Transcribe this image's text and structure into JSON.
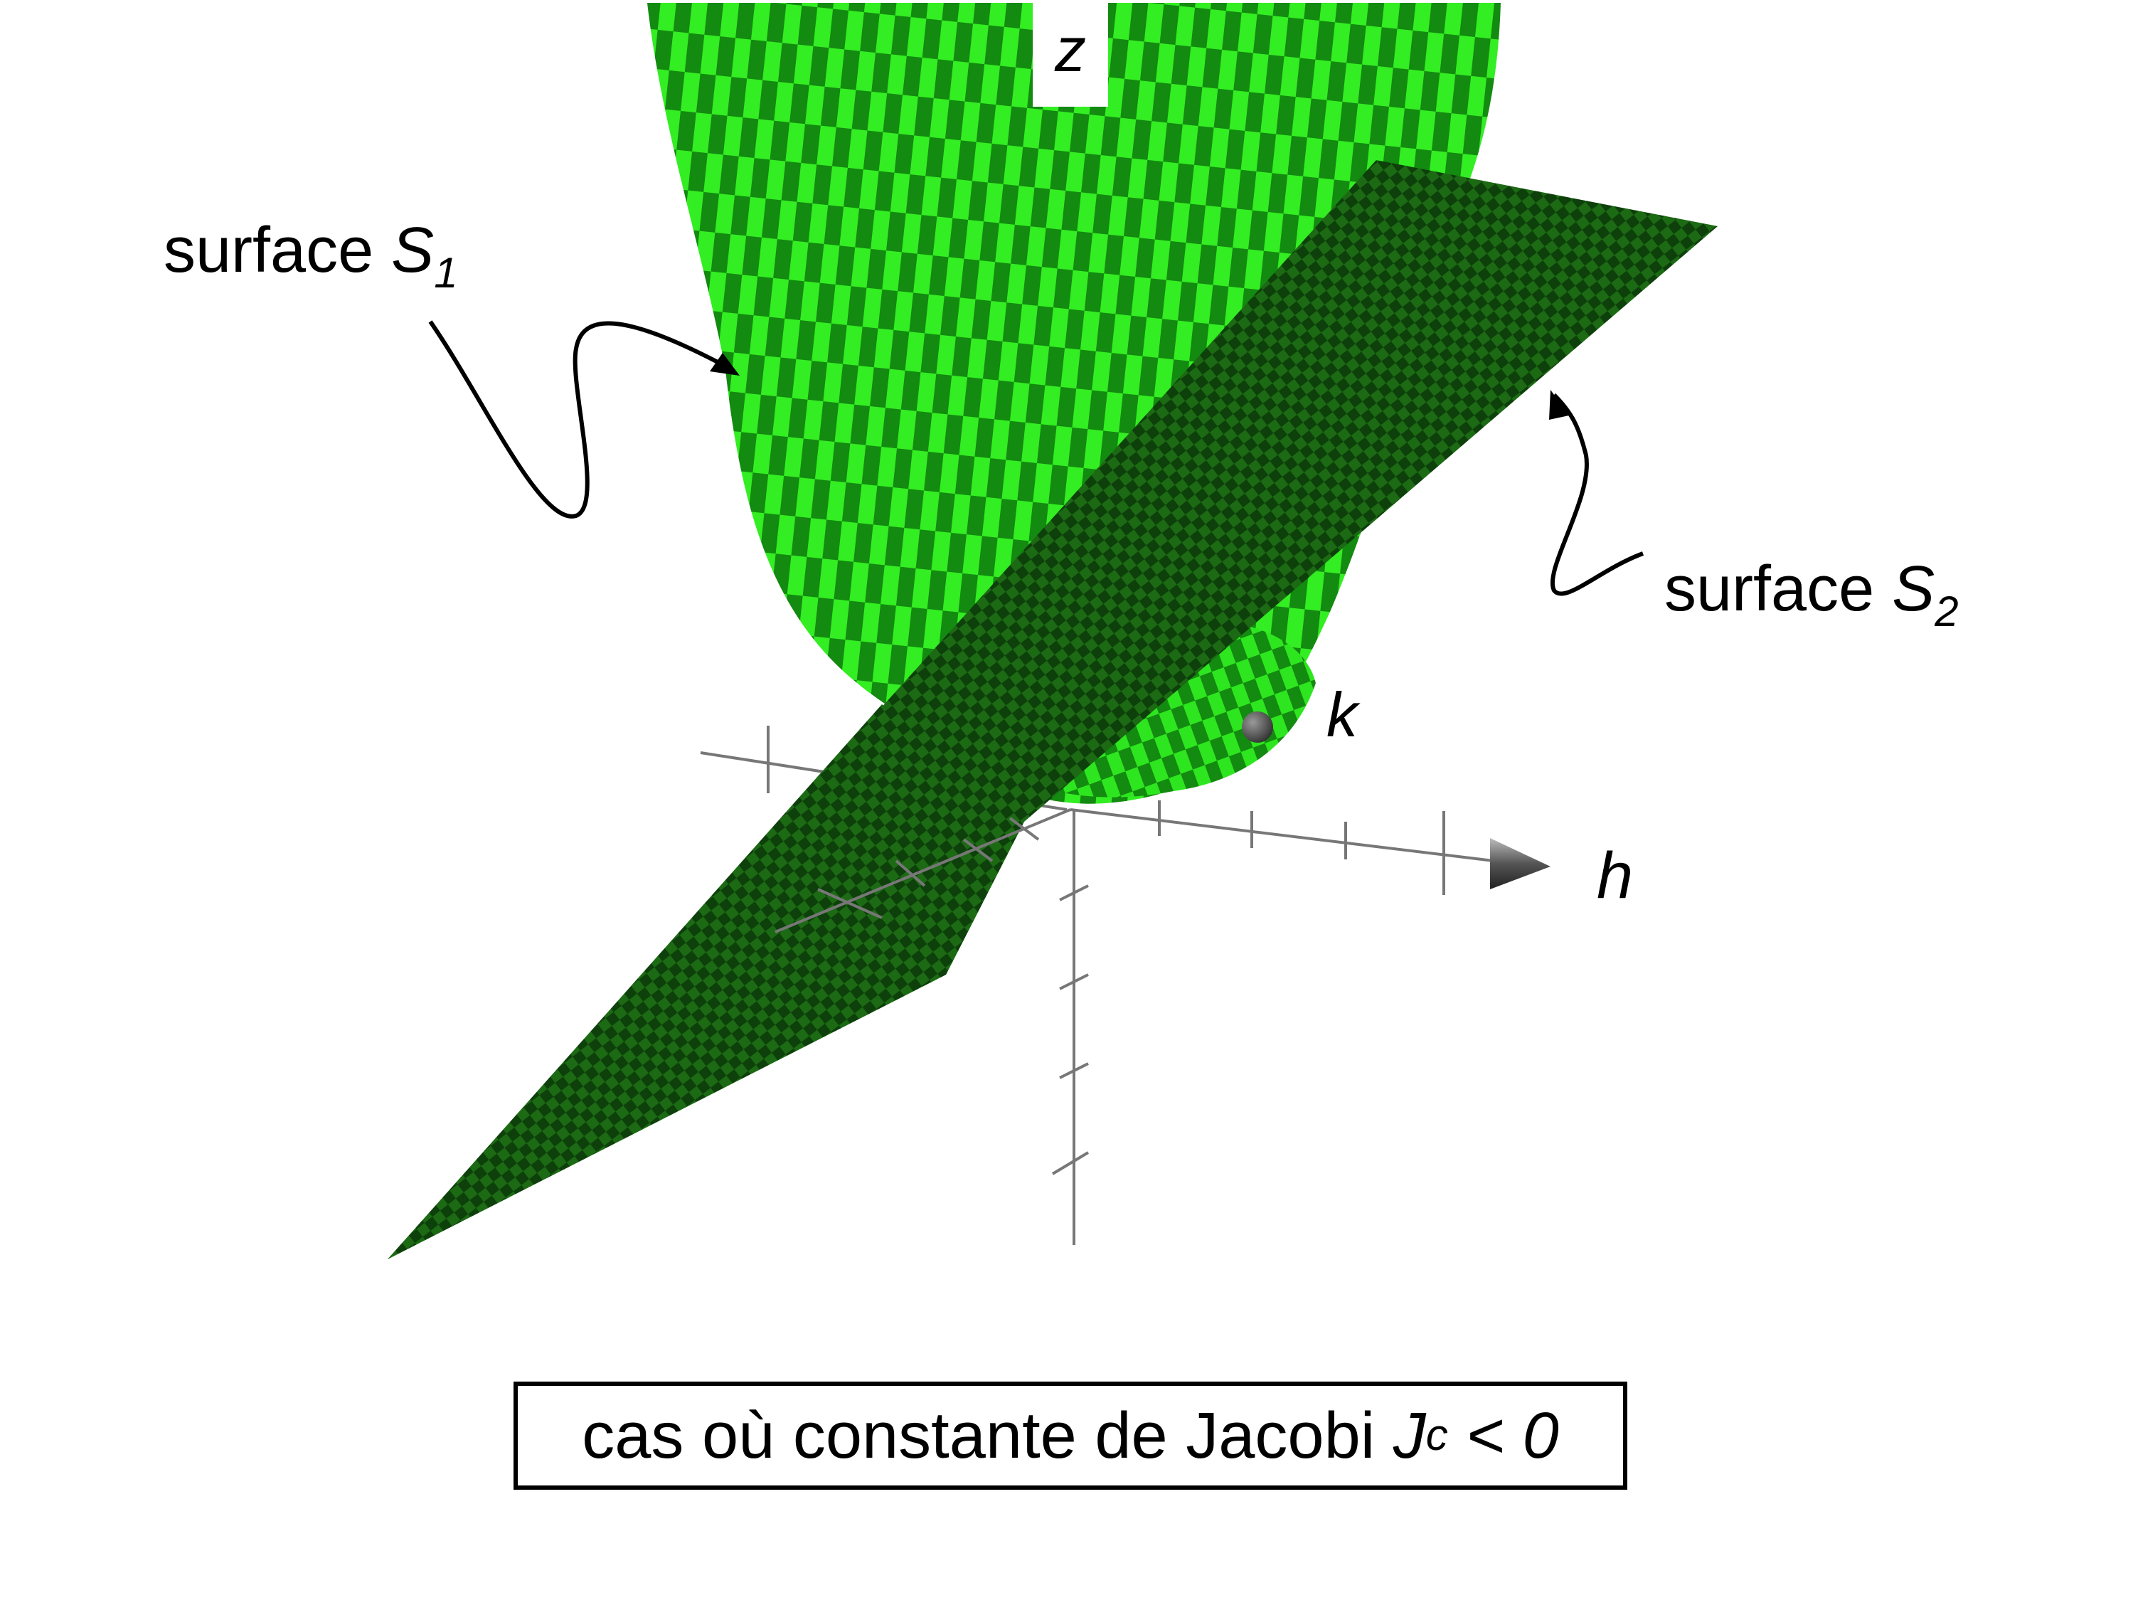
{
  "labels": {
    "z_axis": "z",
    "h_axis": "h",
    "k_axis": "k",
    "surface1_text": "surface ",
    "surface1_symbol": "S",
    "surface1_sub": "1",
    "surface2_text": "surface ",
    "surface2_symbol": "S",
    "surface2_sub": "2"
  },
  "caption": {
    "text": "cas où constante de Jacobi ",
    "symbol": "J",
    "sub": "c",
    "relation": " < 0"
  },
  "colors": {
    "surface1_light": "#33ee22",
    "surface1_dark": "#138a10",
    "surface2_light": "#1c6a14",
    "surface2_dark": "#0c3c08",
    "axis": "#777777"
  }
}
